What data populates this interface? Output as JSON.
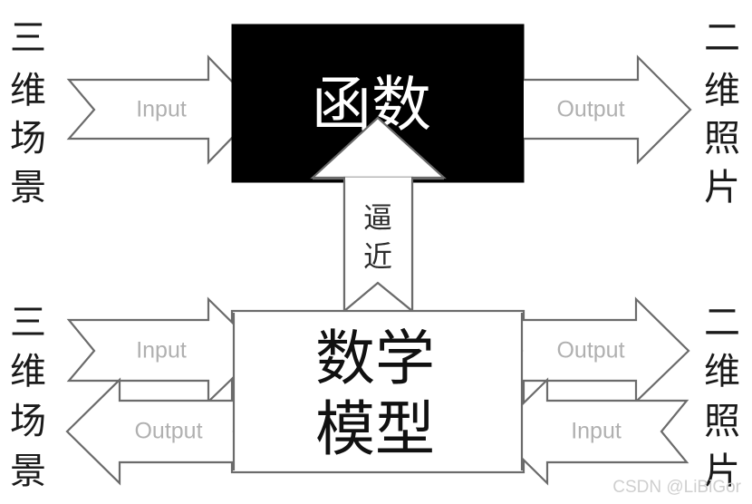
{
  "diagram": {
    "title_black_box": "函数",
    "title_model_box": "数学模型",
    "approximation_label": "逼近",
    "watermark": "CSDN @LiBiGor",
    "colors": {
      "black_box_fill": "#000000",
      "black_box_text": "#ffffff",
      "model_box_fill": "#ffffff",
      "model_box_text": "#111111",
      "arrow_fill": "#ffffff",
      "arrow_stroke": "#6b6b6b",
      "io_label_text": "#b0b0b0",
      "side_label_text": "#1a1a1a",
      "watermark_text": "#cfcfcf",
      "background": "#ffffff"
    },
    "side_labels": {
      "top_left": "三维场景",
      "top_right": "二维照片",
      "bottom_left": "三维场景",
      "bottom_right": "二维照片"
    },
    "side_label_chars": {
      "top_left": [
        "三",
        "维",
        "场",
        "景"
      ],
      "top_right": [
        "二",
        "维",
        "照",
        "片"
      ],
      "bottom_left": [
        "三",
        "维",
        "场",
        "景"
      ],
      "bottom_right": [
        "二",
        "维",
        "照",
        "片"
      ]
    },
    "model_box_lines": [
      "数学",
      "模型"
    ],
    "arrows": [
      {
        "id": "top-left-input",
        "label": "Input",
        "direction": "right",
        "from": "三维场景",
        "to": "函数"
      },
      {
        "id": "top-right-output",
        "label": "Output",
        "direction": "right",
        "from": "函数",
        "to": "二维照片"
      },
      {
        "id": "center-approximate",
        "label": "逼近",
        "direction": "up",
        "from": "数学模型",
        "to": "函数"
      },
      {
        "id": "bottom-left-input",
        "label": "Input",
        "direction": "right",
        "from": "三维场景",
        "to": "数学模型"
      },
      {
        "id": "bottom-left-output",
        "label": "Output",
        "direction": "left",
        "from": "数学模型",
        "to": "三维场景"
      },
      {
        "id": "bottom-right-output",
        "label": "Output",
        "direction": "right",
        "from": "数学模型",
        "to": "二维照片"
      },
      {
        "id": "bottom-right-input",
        "label": "Input",
        "direction": "left",
        "from": "二维照片",
        "to": "数学模型"
      }
    ]
  }
}
